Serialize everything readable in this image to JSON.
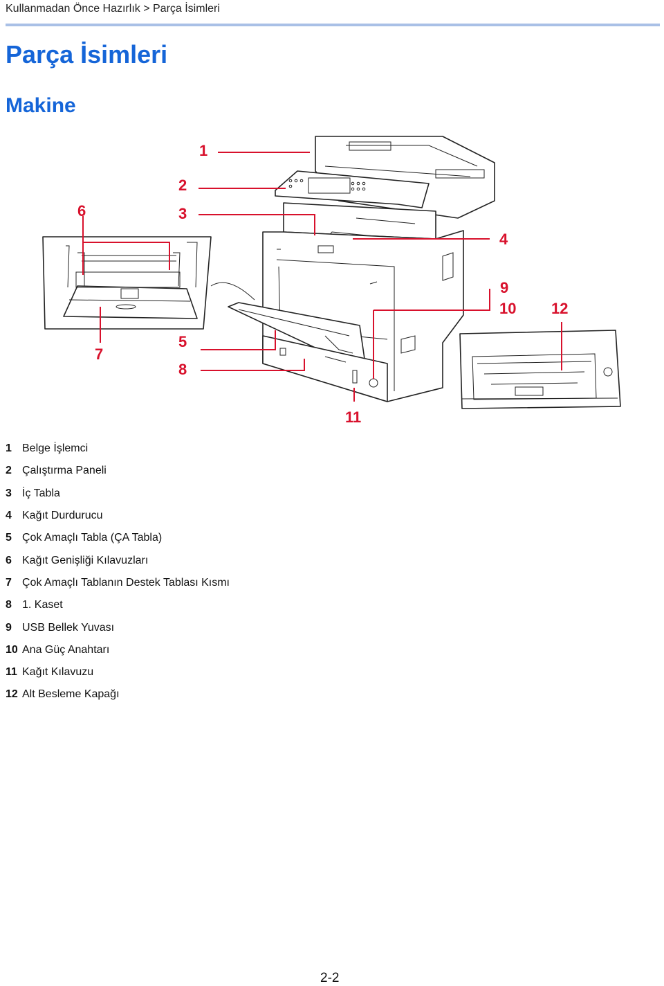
{
  "breadcrumb": "Kullanmadan Önce Hazırlık > Parça İsimleri",
  "title": "Parça İsimleri",
  "subtitle": "Makine",
  "callouts": [
    "1",
    "2",
    "3",
    "4",
    "5",
    "6",
    "7",
    "8",
    "9",
    "10",
    "11",
    "12"
  ],
  "legend": [
    {
      "num": "1",
      "text": "Belge İşlemci"
    },
    {
      "num": "2",
      "text": "Çalıştırma Paneli"
    },
    {
      "num": "3",
      "text": "İç Tabla"
    },
    {
      "num": "4",
      "text": "Kağıt Durdurucu"
    },
    {
      "num": "5",
      "text": "Çok Amaçlı Tabla (ÇA Tabla)"
    },
    {
      "num": "6",
      "text": "Kağıt Genişliği Kılavuzları"
    },
    {
      "num": "7",
      "text": "Çok Amaçlı Tablanın Destek Tablası Kısmı"
    },
    {
      "num": "8",
      "text": "1. Kaset"
    },
    {
      "num": "9",
      "text": "USB Bellek Yuvası"
    },
    {
      "num": "10",
      "text": "Ana Güç Anahtarı"
    },
    {
      "num": "11",
      "text": "Kağıt Kılavuzu"
    },
    {
      "num": "12",
      "text": "Alt Besleme Kapağı"
    }
  ],
  "page_number": "2-2",
  "colors": {
    "heading": "#1565d8",
    "callout": "#d8112c",
    "rule": "#a9c0e6"
  }
}
